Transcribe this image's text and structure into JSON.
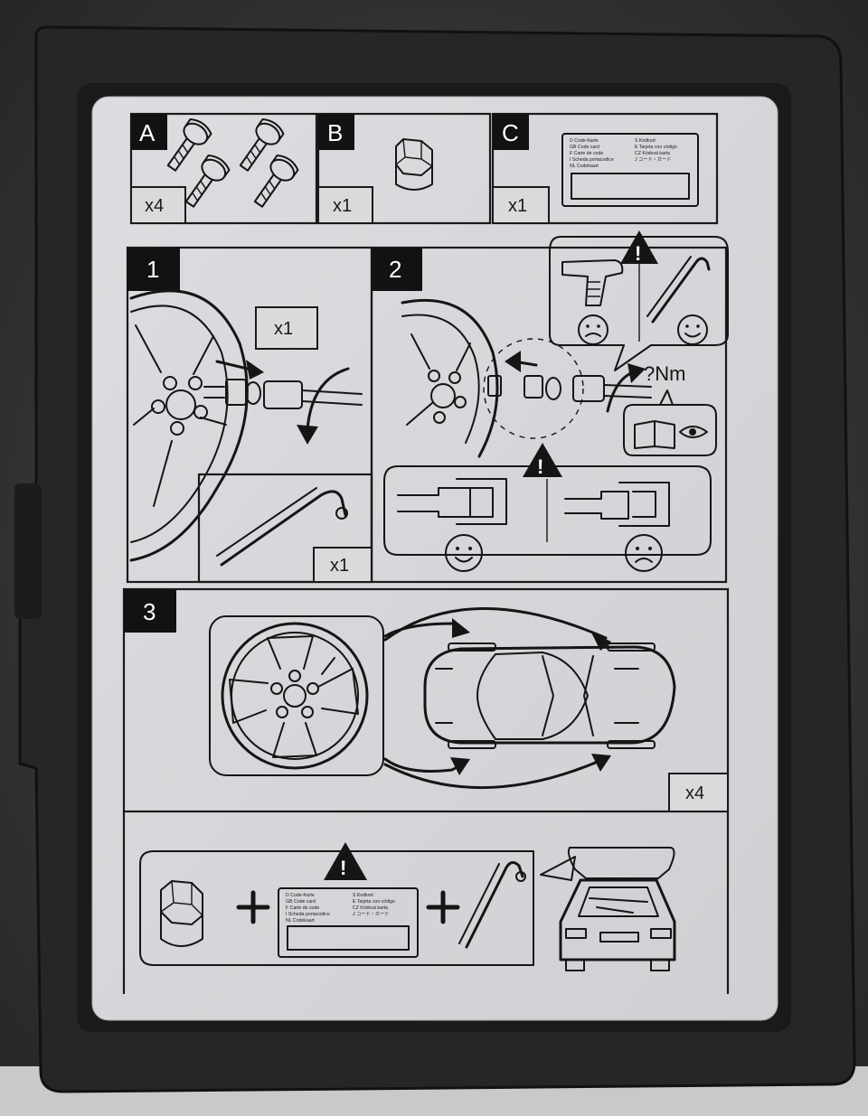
{
  "sections": {
    "a": {
      "label": "A",
      "qty": "x4"
    },
    "b": {
      "label": "B",
      "qty": "x1"
    },
    "c": {
      "label": "C",
      "qty": "x1"
    },
    "step1": {
      "label": "1",
      "adapter_qty": "x1",
      "wrench_qty": "x1"
    },
    "step2": {
      "label": "2",
      "torque_label": "?Nm"
    },
    "step3": {
      "label": "3",
      "qty": "x4"
    }
  },
  "warning_glyph": "!",
  "icons": [
    "lock-bolt-icon",
    "socket-adapter-icon",
    "code-card-icon",
    "wheel-icon",
    "lug-wrench-icon",
    "impact-wrench-icon",
    "happy-face-icon",
    "sad-face-icon",
    "manual-book-icon",
    "warning-triangle-icon",
    "car-top-view-icon",
    "car-rear-view-icon",
    "plus-icon"
  ],
  "code_card": {
    "left": [
      {
        "code": "D",
        "text": "Code-Karte"
      },
      {
        "code": "GB",
        "text": "Code card"
      },
      {
        "code": "F",
        "text": "Carte de code"
      },
      {
        "code": "I",
        "text": "Scheda portacodice"
      },
      {
        "code": "NL",
        "text": "Codekaart"
      }
    ],
    "right": [
      {
        "code": "S",
        "text": "Kodkort"
      },
      {
        "code": "E",
        "text": "Tarjeta con código"
      },
      {
        "code": "CZ",
        "text": "Kódová karta"
      },
      {
        "code": "J",
        "text": "コード・カード"
      }
    ]
  },
  "colors": {
    "plastic": "#2a2a2a",
    "sheet": "#d8d9db",
    "ink": "#151515"
  }
}
